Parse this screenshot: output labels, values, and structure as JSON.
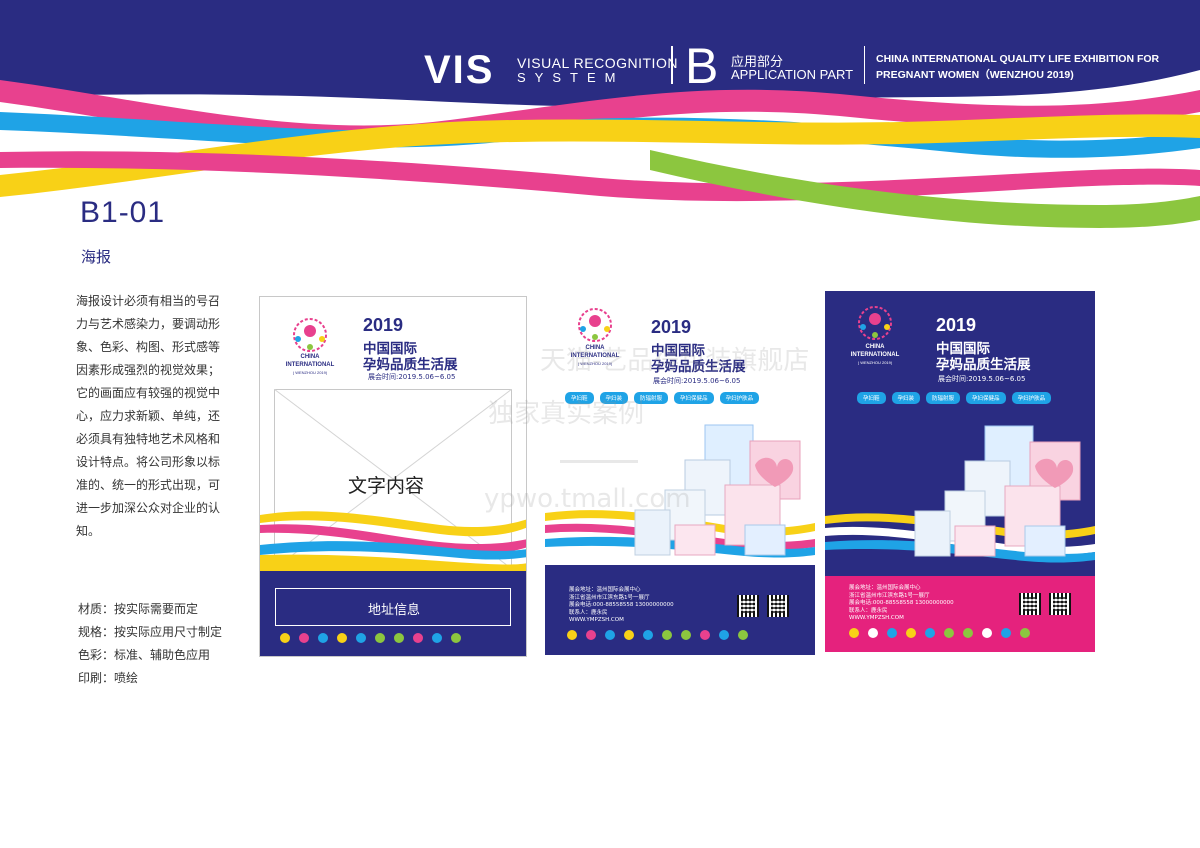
{
  "header": {
    "vis": "VIS",
    "vrs_line1": "VISUAL RECOGNITION",
    "vrs_line2": "SYSTEM",
    "part_letter": "B",
    "part_cn": "应用部分",
    "part_en": "APPLICATION PART",
    "exhibition_line1": "CHINA  INTERNATIONAL QUALITY LIFE EXHIBITION FOR",
    "exhibition_line2": "PREGNANT WOMEN（WENZHOU 2019)"
  },
  "section": {
    "code": "B1-01",
    "name": "海报",
    "description": "海报设计必须有相当的号召力与艺术感染力，要调动形象、色彩、构图、形式感等因素形成强烈的视觉效果；它的画面应有较强的视觉中心，应力求新颖、单纯，还必须具有独特地艺术风格和设计特点。将公司形象以标准的、统一的形式出现，可进一步加深公众对企业的认知。",
    "specs": [
      "材质：按实际需要而定",
      "规格：按实际应用尺寸制定",
      "色彩：标准、辅助色应用",
      "印刷：喷绘"
    ]
  },
  "poster": {
    "year": "2019",
    "title_line1": "中国国际",
    "title_line2": "孕妈品质生活展",
    "date": "展会时间:2019.5.06~6.05",
    "logo_line1": "CHINA",
    "logo_line2": "INTERNATIONAL",
    "logo_line3": "( WENZHOU 2019)",
    "tags": [
      "孕妇鞋",
      "孕妇装",
      "防辐射服",
      "孕妇保健品",
      "孕妇护肤品"
    ],
    "placeholder_text": "文字内容",
    "address_placeholder": "地址信息",
    "info_lines": [
      "展会地址：温州国际会展中心",
      "浙江省温州市江滨东路1号一展厅",
      "展会电话:000-88558558    13000000000",
      "联系人：鹿永民"
    ],
    "website": "WWW.YMPZSH.COM"
  },
  "watermark": {
    "line1": "天猫-艺品得包装旗舰店",
    "line2": "独家真实案例",
    "line3": "ypwo.tmall.com"
  },
  "colors": {
    "navy": "#2a2c82",
    "pink": "#e8418e",
    "cyan": "#1fa3e6",
    "yellow": "#f8d117",
    "green": "#8cc63f",
    "magenta": "#e5227d"
  }
}
